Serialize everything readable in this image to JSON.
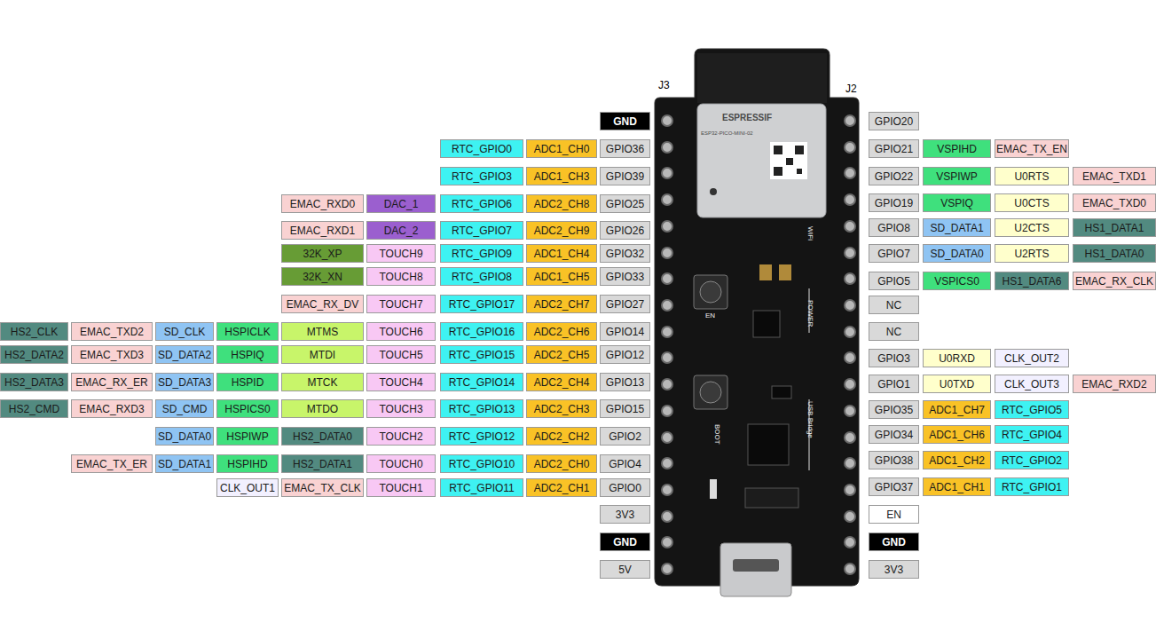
{
  "diagram": {
    "nodes": [
      {
        "text": [
          "GND"
        ]
      },
      {
        "text": [
          "GPIO20"
        ]
      },
      {
        "text": [
          "RTC_GPIO0"
        ]
      },
      {
        "text": [
          "ADC1_CH0"
        ]
      },
      {
        "text": [
          "GPIO36"
        ]
      },
      {
        "text": [
          "GPIO21"
        ]
      },
      {
        "text": [
          "VSPIHD"
        ]
      },
      {
        "text": [
          "EMAC_TX_EN"
        ]
      },
      {
        "text": [
          "RTC_GPIO3"
        ]
      },
      {
        "text": [
          "ADC1_CH3"
        ]
      },
      {
        "text": [
          "GPIO39"
        ]
      },
      {
        "text": [
          "GPIO22"
        ]
      },
      {
        "text": [
          "VSPIWP"
        ]
      },
      {
        "text": [
          "U0RTS"
        ]
      },
      {
        "text": [
          "EMAC_TXD1"
        ]
      },
      {
        "text": [
          "EMAC_RXD0"
        ]
      },
      {
        "text": [
          "DAC_1"
        ]
      },
      {
        "text": [
          "RTC_GPIO6"
        ]
      },
      {
        "text": [
          "ADC2_CH8"
        ]
      },
      {
        "text": [
          "GPIO25"
        ]
      },
      {
        "text": [
          "GPIO19"
        ]
      },
      {
        "text": [
          "VSPIQ"
        ]
      },
      {
        "text": [
          "U0CTS"
        ]
      },
      {
        "text": [
          "EMAC_TXD0"
        ]
      },
      {
        "text": [
          "EMAC_RXD1"
        ]
      },
      {
        "text": [
          "DAC_2"
        ]
      },
      {
        "text": [
          "RTC_GPIO7"
        ]
      },
      {
        "text": [
          "ADC2_CH9"
        ]
      },
      {
        "text": [
          "GPIO26"
        ]
      },
      {
        "text": [
          "GPIO8"
        ]
      },
      {
        "text": [
          "SD_DATA1"
        ]
      },
      {
        "text": [
          "U2CTS"
        ]
      },
      {
        "text": [
          "HS1_DATA1"
        ]
      },
      {
        "text": [
          "32K_XP"
        ]
      },
      {
        "text": [
          "TOUCH9"
        ]
      },
      {
        "text": [
          "RTC_GPIO9"
        ]
      },
      {
        "text": [
          "ADC1_CH4"
        ]
      },
      {
        "text": [
          "GPIO32"
        ]
      },
      {
        "text": [
          "GPIO7"
        ]
      },
      {
        "text": [
          "SD_DATA0"
        ]
      },
      {
        "text": [
          "U2RTS"
        ]
      },
      {
        "text": [
          "HS1_DATA0"
        ]
      },
      {
        "text": [
          "32K_XN"
        ]
      },
      {
        "text": [
          "TOUCH8"
        ]
      },
      {
        "text": [
          "RTC_GPIO8"
        ]
      },
      {
        "text": [
          "ADC1_CH5"
        ]
      },
      {
        "text": [
          "GPIO33"
        ]
      },
      {
        "text": [
          "GPIO5"
        ]
      },
      {
        "text": [
          "VSPICS0"
        ]
      },
      {
        "text": [
          "HS1_DATA6"
        ]
      },
      {
        "text": [
          "EMAC_RX_CLK"
        ]
      },
      {
        "text": [
          "EMAC_RX_DV"
        ]
      },
      {
        "text": [
          "TOUCH7"
        ]
      },
      {
        "text": [
          "RTC_GPIO17"
        ]
      },
      {
        "text": [
          "ADC2_CH7"
        ]
      },
      {
        "text": [
          "GPIO27"
        ]
      },
      {
        "text": [
          "NC"
        ]
      },
      {
        "text": [
          "HS2_CLK"
        ]
      },
      {
        "text": [
          "EMAC_TXD2"
        ]
      },
      {
        "text": [
          "SD_CLK"
        ]
      },
      {
        "text": [
          "HSPICLK"
        ]
      },
      {
        "text": [
          "MTMS"
        ]
      },
      {
        "text": [
          "TOUCH6"
        ]
      },
      {
        "text": [
          "RTC_GPIO16"
        ]
      },
      {
        "text": [
          "ADC2_CH6"
        ]
      },
      {
        "text": [
          "GPIO14"
        ]
      },
      {
        "text": [
          "NC"
        ]
      },
      {
        "text": [
          "HS2_DATA2"
        ]
      },
      {
        "text": [
          "EMAC_TXD3"
        ]
      },
      {
        "text": [
          "SD_DATA2"
        ]
      },
      {
        "text": [
          "HSPIQ"
        ]
      },
      {
        "text": [
          "MTDI"
        ]
      },
      {
        "text": [
          "TOUCH5"
        ]
      },
      {
        "text": [
          "RTC_GPIO15"
        ]
      },
      {
        "text": [
          "ADC2_CH5"
        ]
      },
      {
        "text": [
          "GPIO12"
        ]
      },
      {
        "text": [
          "GPIO3"
        ]
      },
      {
        "text": [
          "U0RXD"
        ]
      },
      {
        "text": [
          "CLK_OUT2"
        ]
      },
      {
        "text": [
          "HS2_DATA3"
        ]
      },
      {
        "text": [
          "EMAC_RX_ER"
        ]
      },
      {
        "text": [
          "SD_DATA3"
        ]
      },
      {
        "text": [
          "HSPID"
        ]
      },
      {
        "text": [
          "MTCK"
        ]
      },
      {
        "text": [
          "TOUCH4"
        ]
      },
      {
        "text": [
          "RTC_GPIO14"
        ]
      },
      {
        "text": [
          "ADC2_CH4"
        ]
      },
      {
        "text": [
          "GPIO13"
        ]
      },
      {
        "text": [
          "GPIO1"
        ]
      },
      {
        "text": [
          "U0TXD"
        ]
      },
      {
        "text": [
          "CLK_OUT3"
        ]
      },
      {
        "text": [
          "EMAC_RXD2"
        ]
      },
      {
        "text": [
          "HS2_CMD"
        ]
      },
      {
        "text": [
          "EMAC_RXD3"
        ]
      },
      {
        "text": [
          "SD_CMD"
        ]
      },
      {
        "text": [
          "HSPICS0"
        ]
      },
      {
        "text": [
          "MTDO"
        ]
      },
      {
        "text": [
          "TOUCH3"
        ]
      },
      {
        "text": [
          "RTC_GPIO13"
        ]
      },
      {
        "text": [
          "ADC2_CH3"
        ]
      },
      {
        "text": [
          "GPIO15"
        ]
      },
      {
        "text": [
          "GPIO35"
        ]
      },
      {
        "text": [
          "ADC1_CH7"
        ]
      },
      {
        "text": [
          "RTC_GPIO5"
        ]
      },
      {
        "text": [
          "SD_DATA0"
        ]
      },
      {
        "text": [
          "HSPIWP"
        ]
      },
      {
        "text": [
          "HS2_DATA0"
        ]
      },
      {
        "text": [
          "TOUCH2"
        ]
      },
      {
        "text": [
          "RTC_GPIO12"
        ]
      },
      {
        "text": [
          "ADC2_CH2"
        ]
      },
      {
        "text": [
          "GPIO2"
        ]
      },
      {
        "text": [
          "GPIO34"
        ]
      },
      {
        "text": [
          "ADC1_CH6"
        ]
      },
      {
        "text": [
          "RTC_GPIO4"
        ]
      },
      {
        "text": [
          "EMAC_TX_ER"
        ]
      },
      {
        "text": [
          "SD_DATA1"
        ]
      },
      {
        "text": [
          "HSPIHD"
        ]
      },
      {
        "text": [
          "HS2_DATA1"
        ]
      },
      {
        "text": [
          "TOUCH0"
        ]
      },
      {
        "text": [
          "RTC_GPIO10"
        ]
      },
      {
        "text": [
          "ADC2_CH0"
        ]
      },
      {
        "text": [
          "GPIO4"
        ]
      },
      {
        "text": [
          "GPIO38"
        ]
      },
      {
        "text": [
          "ADC1_CH2"
        ]
      },
      {
        "text": [
          "RTC_GPIO2"
        ]
      },
      {
        "text": [
          "CLK_OUT1"
        ]
      },
      {
        "text": [
          "EMAC_TX_CLK"
        ]
      },
      {
        "text": [
          "TOUCH1"
        ]
      },
      {
        "text": [
          "RTC_GPIO11"
        ]
      },
      {
        "text": [
          "ADC2_CH1"
        ]
      },
      {
        "text": [
          "GPIO0"
        ]
      },
      {
        "text": [
          "GPIO37"
        ]
      },
      {
        "text": [
          "ADC1_CH1"
        ]
      },
      {
        "text": [
          "RTC_GPIO1"
        ]
      },
      {
        "text": [
          "3V3"
        ]
      },
      {
        "text": [
          "EN"
        ]
      },
      {
        "text": [
          "GND"
        ]
      },
      {
        "text": [
          "GND"
        ]
      },
      {
        "text": [
          "5V"
        ]
      },
      {
        "text": [
          "3V3"
        ]
      }
    ],
    "labels": [
      "J3",
      "J2",
      "ESPRESSIF",
      "ESP32-PICO-MINI-02",
      "EN",
      "BOOT",
      "WiFi",
      "POWER",
      "USB Bridge"
    ]
  }
}
